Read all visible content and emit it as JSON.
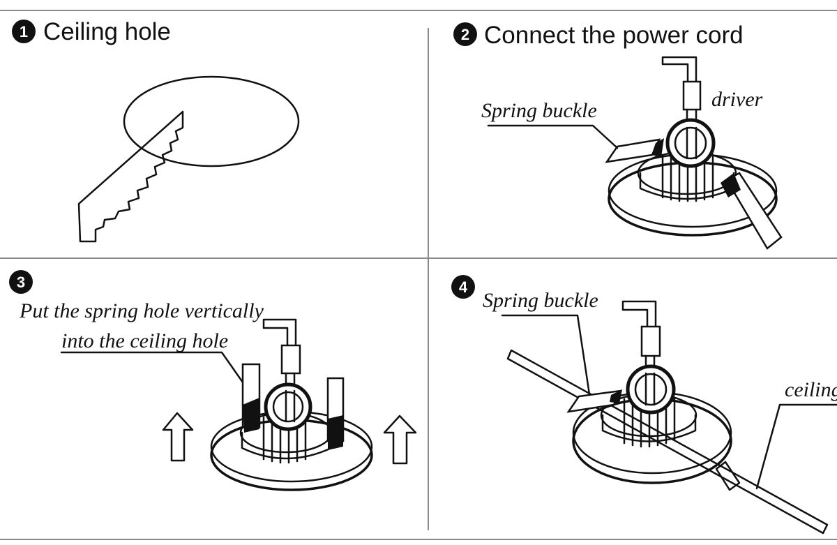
{
  "steps": [
    {
      "number": "1",
      "title": "Ceiling hole"
    },
    {
      "number": "2",
      "title": "Connect the power cord",
      "labels": {
        "spring_buckle": "Spring buckle",
        "driver": "driver"
      }
    },
    {
      "number": "3",
      "title": "",
      "labels": {
        "instruction_line1": "Put the spring hole vertically",
        "instruction_line2": "into the ceiling hole"
      }
    },
    {
      "number": "4",
      "title": "",
      "labels": {
        "spring_buckle": "Spring buckle",
        "ceiling": "ceiling"
      }
    }
  ],
  "icons": [
    "saw-icon",
    "downlight-icon",
    "arrow-up-icon"
  ]
}
